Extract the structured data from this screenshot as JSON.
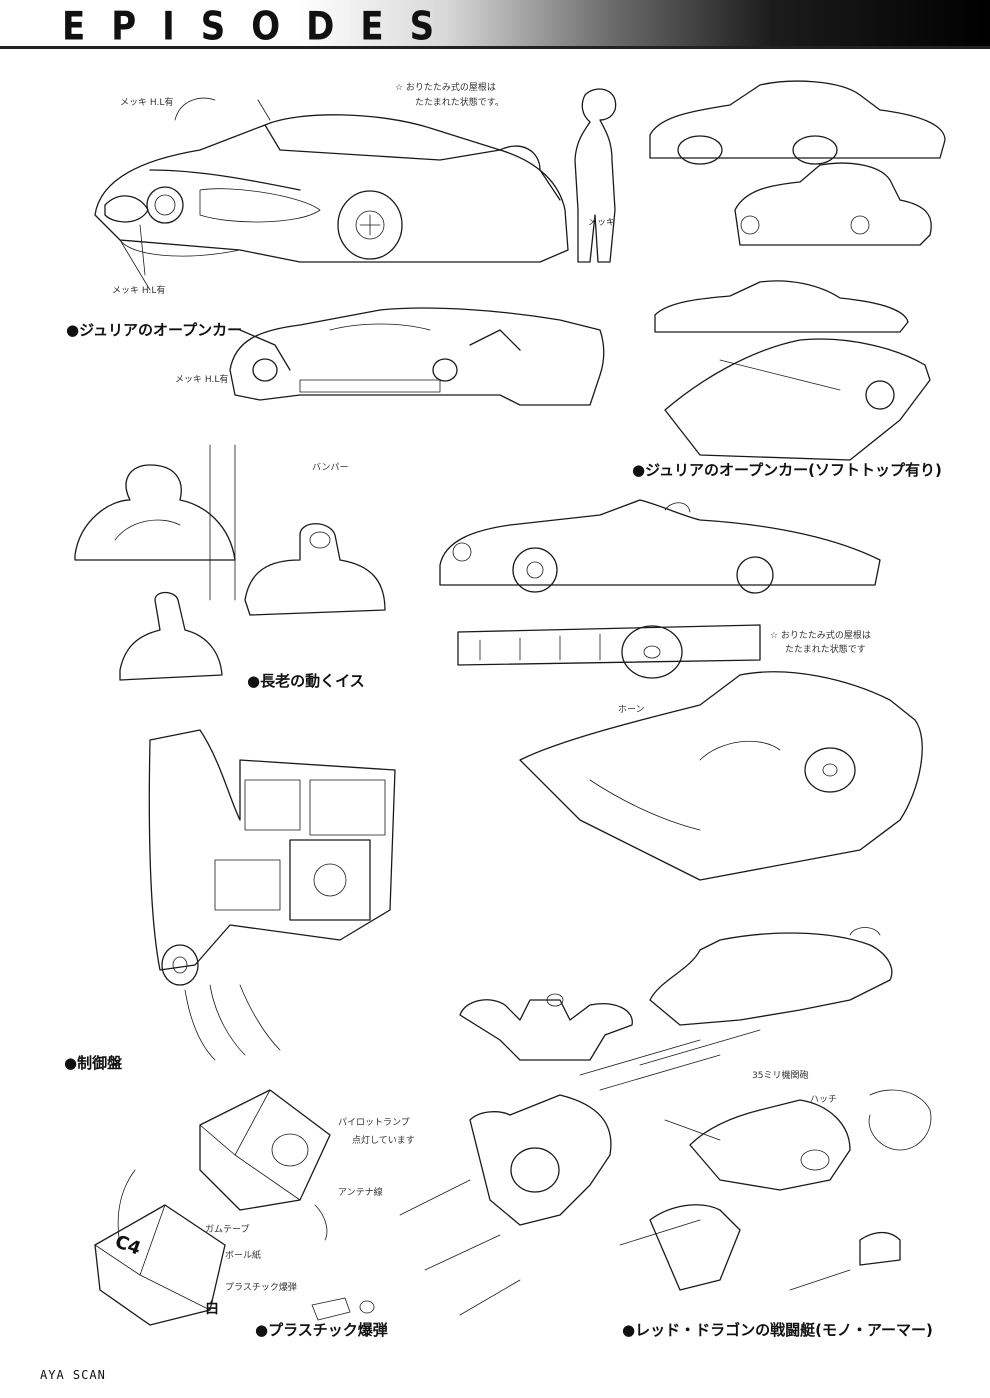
{
  "header": {
    "title": "EPISODES"
  },
  "captions": {
    "open_car": "●ジュリアのオープンカー",
    "open_car_softtop": "●ジュリアのオープンカー(ソフトトップ有り)",
    "elder_chair": "●長老の動くイス",
    "control_panel": "●制御盤",
    "plastic_bomb": "●プラスチック爆弾",
    "red_dragon": "●レッド・ドラゴンの戦闘艇(モノ・アーマー)"
  },
  "notes": {
    "roof_folded_1": "☆ おりたたみ式の屋根は",
    "roof_folded_2": "たたまれた状態です。",
    "roof_folded_b1": "☆ おりたたみ式の屋根は",
    "roof_folded_b2": "たたまれた状態です",
    "mekki_hl_1": "メッキ H.L有",
    "mekki_1": "メッキ",
    "mekki_hl_2": "メッキ H.L有",
    "mekki_hl_3": "メッキ H.L有",
    "bumper": "バンパー",
    "horn": "ホーン",
    "pilot_lamp": "パイロットランプ",
    "pilot_lamp_2": "点灯しています",
    "antenna": "アンテナ線",
    "gum_tape": "ガムテープ",
    "cardboard": "ボール紙",
    "plastic_bomb_note": "プラスチック爆弾",
    "c4": "C4",
    "white": "白",
    "gun_35": "35ミリ機関砲",
    "hatch": "ハッチ"
  },
  "footer": {
    "credit": "AYA SCAN"
  }
}
